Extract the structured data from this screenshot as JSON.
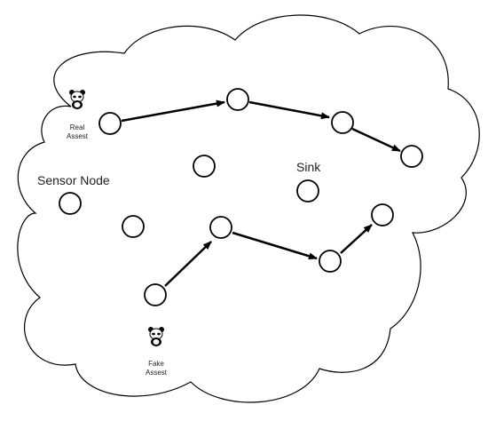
{
  "diagram": {
    "labels": {
      "real_asset_line1": "Real",
      "real_asset_line2": "Assest",
      "fake_asset_line1": "Fake",
      "fake_asset_line2": "Assest",
      "sensor_node": "Sensor Node",
      "sink": "Sink"
    },
    "icons": {
      "real_asset": "panda-icon",
      "fake_asset": "panda-icon"
    },
    "colors": {
      "stroke": "#000000",
      "node_fill": "#ffffff"
    }
  }
}
